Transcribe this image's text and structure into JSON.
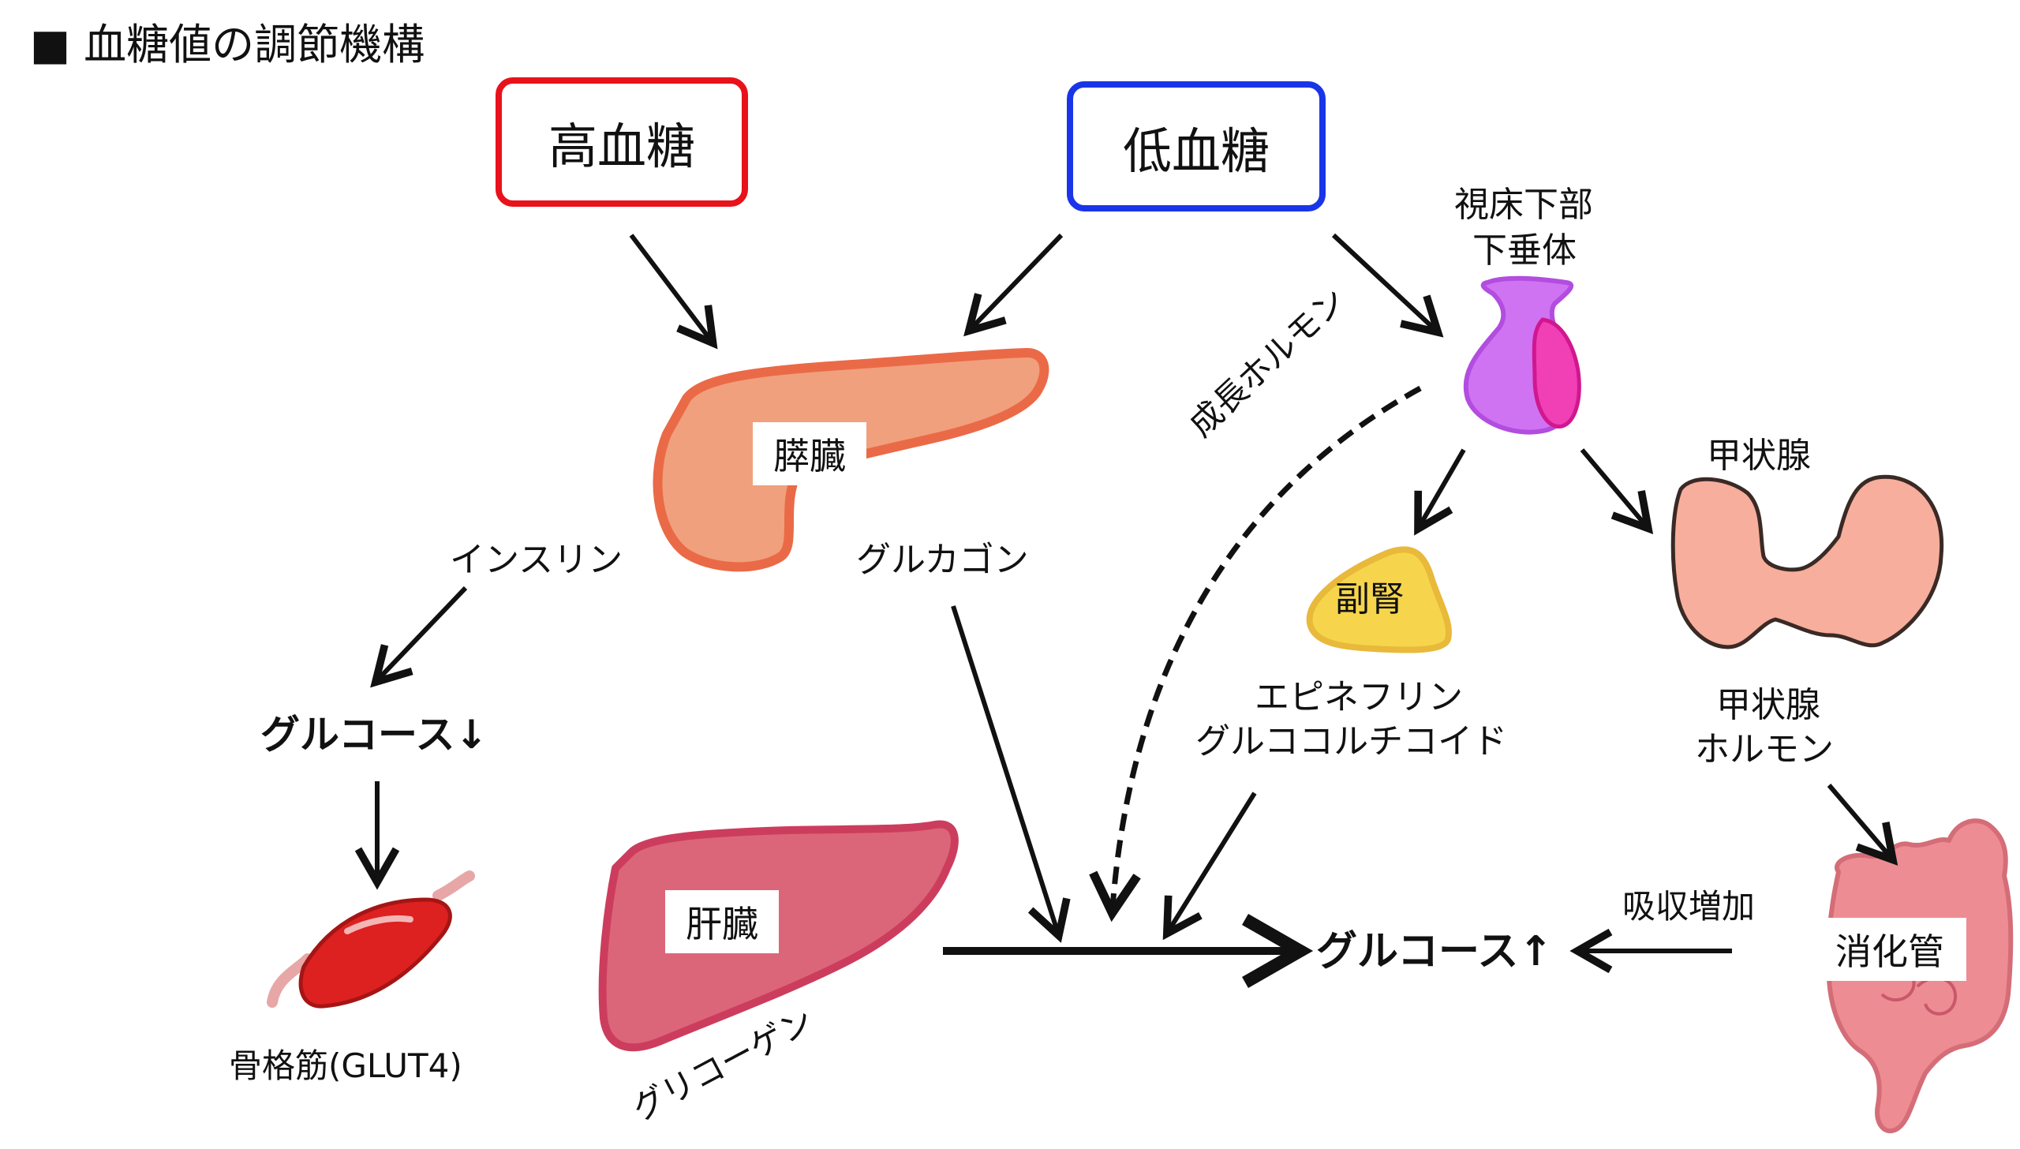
{
  "title": "■ 血糖値の調節機構",
  "states": {
    "high": "高血糖",
    "low": "低血糖"
  },
  "organs": {
    "pancreas": "膵臓",
    "liver": "肝臓",
    "hypothalamus_line1": "視床下部",
    "hypothalamus_line2": "下垂体",
    "adrenal": "副腎",
    "thyroid": "甲状腺",
    "intestine": "消化管",
    "muscle": "骨格筋(GLUT4)"
  },
  "hormones": {
    "insulin": "インスリン",
    "glucagon": "グルカゴン",
    "growth_hormone": "成長ホルモン",
    "adrenal_line1": "エピネフリン",
    "adrenal_line2": "グルココルチコイド",
    "thyroid_line1": "甲状腺",
    "thyroid_line2": "ホルモン",
    "glycogen": "グリコーゲン",
    "absorption": "吸収増加"
  },
  "outcomes": {
    "glucose_down": "グルコース↓",
    "glucose_up": "グルコース↑"
  },
  "colors": {
    "high_border": "#e8121b",
    "low_border": "#1a35e8",
    "pancreas": "#f0a07c",
    "pancreas_edge": "#ea6a47",
    "liver": "#dc6679",
    "liver_edge": "#cc3d5d",
    "pituitary": "#cf73f2",
    "pituitary_lobe": "#f13fb6",
    "adrenal": "#f6d54d",
    "thyroid": "#f7ae9c",
    "intestine": "#ee8c93",
    "muscle": "#dd2020"
  }
}
